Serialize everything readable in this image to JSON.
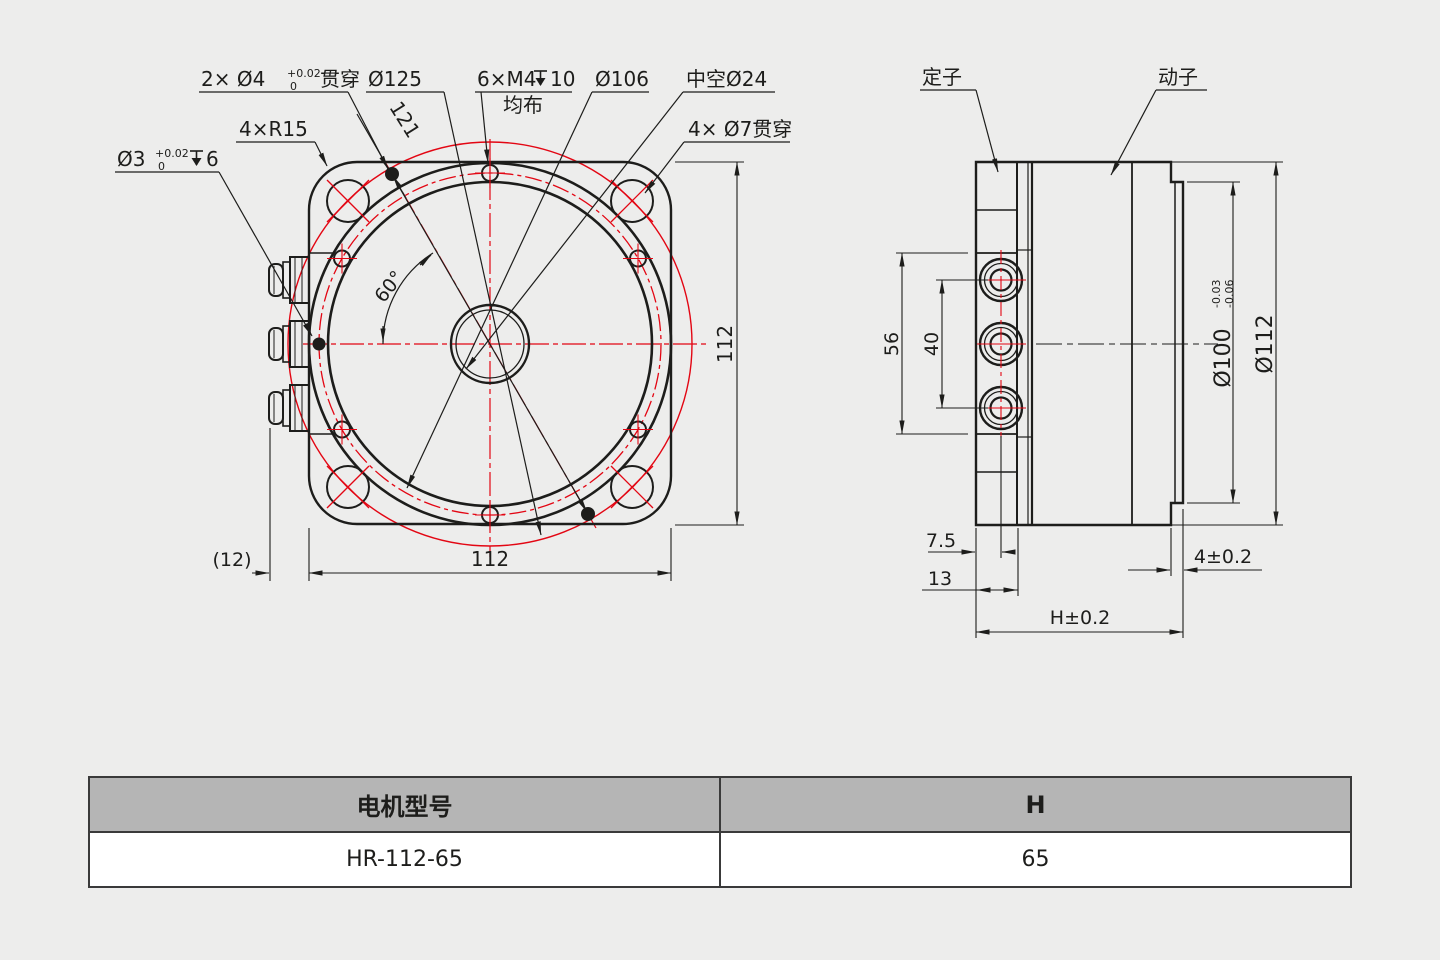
{
  "front_view": {
    "pin_holes": {
      "main": "2×  Ø4",
      "tol_upper": "+0.02",
      "tol_lower": "0",
      "suffix": "贯穿"
    },
    "d125": "Ø125",
    "d121": "121",
    "tapped": {
      "main": "6×M4",
      "depth_qty": "10",
      "note": "均布"
    },
    "d106": "Ø106",
    "hollow": "中空Ø24",
    "corner_holes": "4×  Ø7贯穿",
    "corner_radius": "4×R15",
    "d3": {
      "main": "Ø3",
      "tol_upper": "+0.02",
      "tol_lower": "0",
      "depth_qty": "6"
    },
    "angle": "60°",
    "width_dim": "112",
    "height_dim": "112",
    "gland_protrusion": "(12)"
  },
  "side_view": {
    "stator": "定子",
    "mover": "动子",
    "conn_span": "56",
    "conn_pitch": "40",
    "conn_offset": "7.5",
    "stator_depth": "13",
    "flange_step": "4±0.2",
    "total_height": "H±0.2",
    "spigot": {
      "main": "Ø100",
      "tol_upper": "-0.03",
      "tol_lower": "-0.06"
    },
    "outer_dia": "Ø112"
  },
  "table": {
    "headers": [
      "电机型号",
      "H"
    ],
    "rows": [
      [
        "HR-112-65",
        "65"
      ]
    ]
  },
  "colors": {
    "line": "#1d1d1b",
    "red": "#e30613",
    "header_bg": "#b5b5b5"
  }
}
